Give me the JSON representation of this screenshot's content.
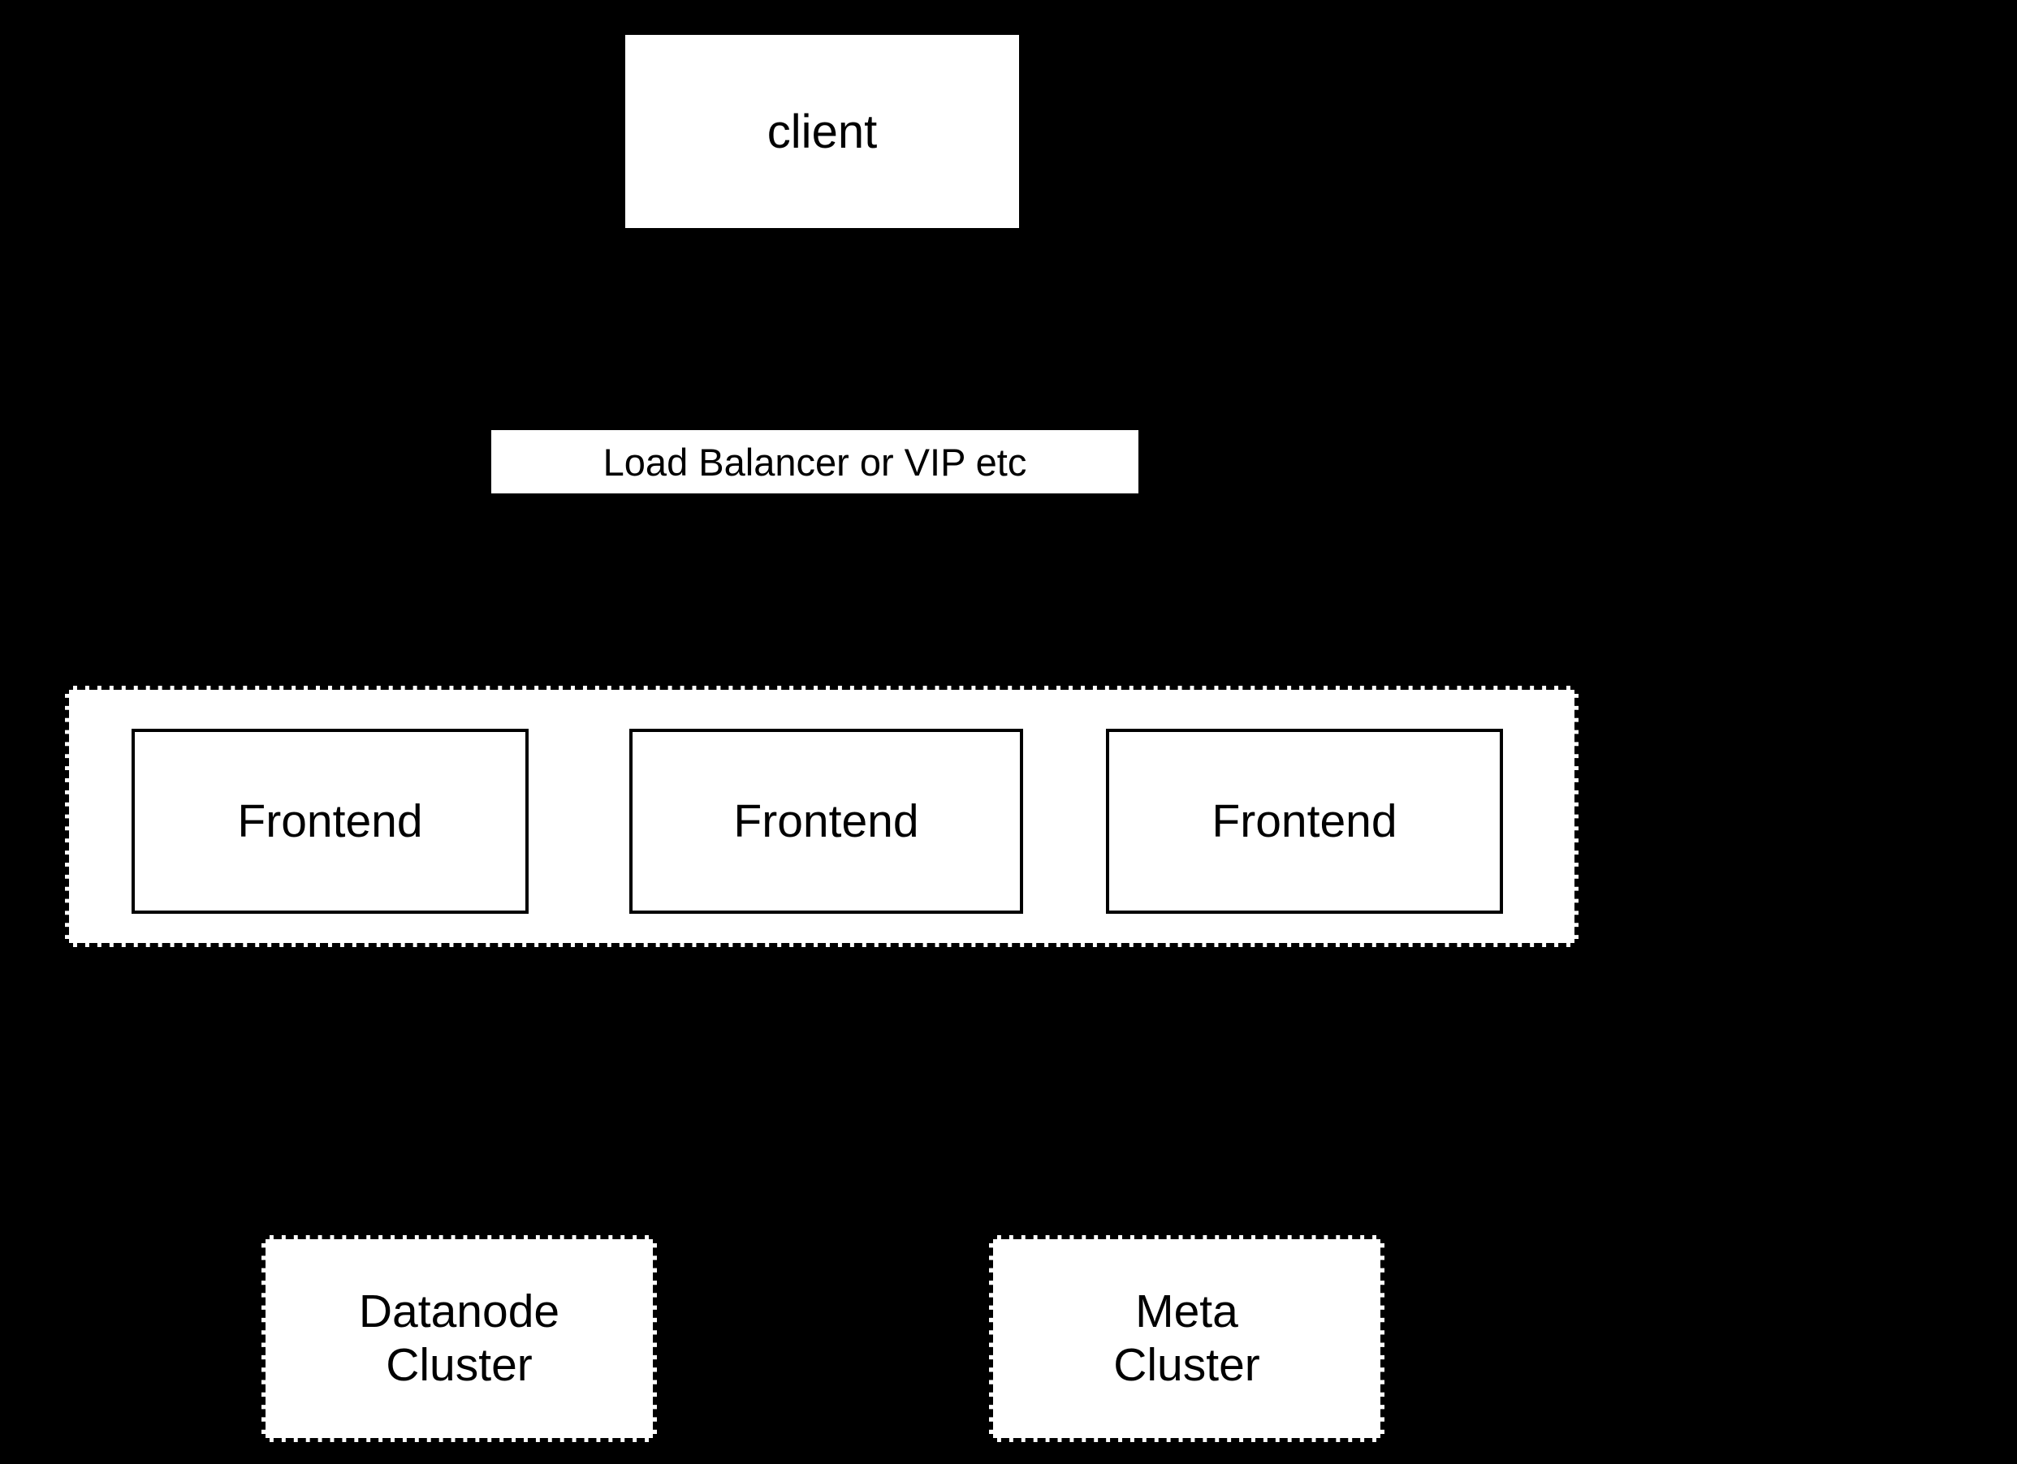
{
  "diagram": {
    "background_color": "#000000",
    "node_fill_color": "#ffffff",
    "node_border_color": "#000000",
    "text_color": "#000000",
    "nodes": {
      "client": {
        "label": "client"
      },
      "load_balancer": {
        "label": "Load Balancer or VIP etc"
      },
      "frontends": [
        {
          "label": "Frontend"
        },
        {
          "label": "Frontend"
        },
        {
          "label": "Frontend"
        }
      ],
      "datanode_cluster": {
        "label_line1": "Datanode",
        "label_line2": "Cluster"
      },
      "meta_cluster": {
        "label_line1": "Meta",
        "label_line2": "Cluster"
      }
    }
  }
}
